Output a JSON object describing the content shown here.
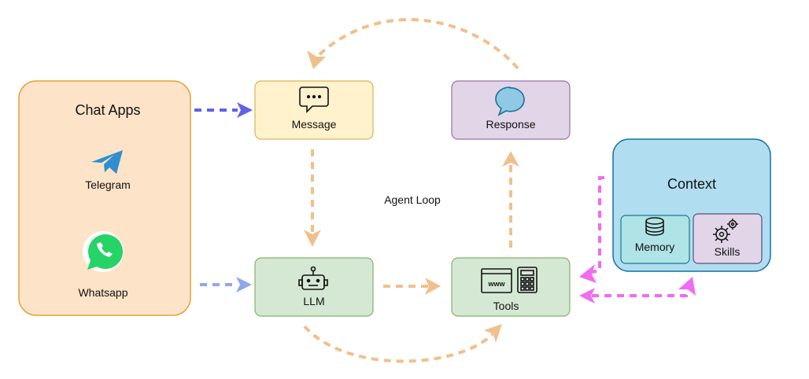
{
  "nodes": {
    "chat_apps": {
      "title": "Chat Apps",
      "telegram": "Telegram",
      "whatsapp": "Whatsapp"
    },
    "message": "Message",
    "response": "Response",
    "llm": "LLM",
    "tools": "Tools",
    "tools_web_icon_text": "www",
    "context": {
      "title": "Context",
      "memory": "Memory",
      "skills": "Skills"
    }
  },
  "agent_loop_label": "Agent Loop",
  "colors": {
    "chat_apps_fill": "#fde3c8",
    "chat_apps_stroke": "#e0a33a",
    "message_fill": "#fff2cc",
    "message_stroke": "#d6b656",
    "response_fill": "#e1d5e7",
    "response_stroke": "#9673a6",
    "llm_fill": "#d5e8d4",
    "llm_stroke": "#82b366",
    "context_fill": "#b1ddf0",
    "context_stroke": "#10739e",
    "memory_fill": "#b0e3e6",
    "memory_stroke": "#0e8088",
    "skills_fill": "#e1d5e7",
    "skills_stroke": "#56517e",
    "arrow_blue": "#6161e8",
    "arrow_lightblue": "#8fa8e8",
    "arrow_orange": "#f0c08c",
    "arrow_pink": "#f06cf0"
  }
}
